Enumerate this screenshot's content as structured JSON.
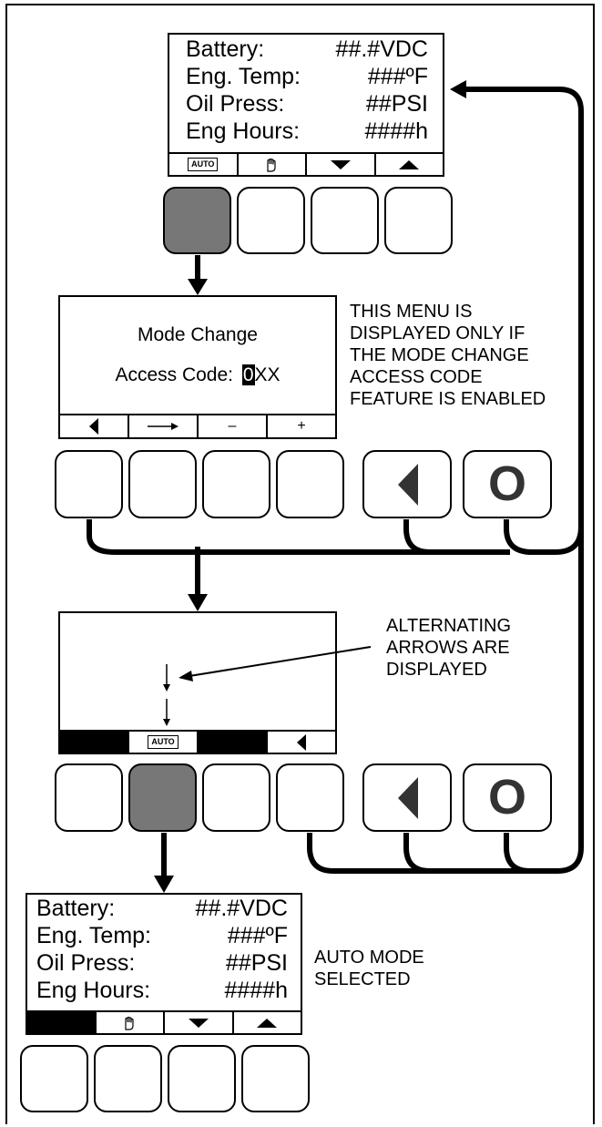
{
  "display1": {
    "rows": [
      {
        "label": "Battery:",
        "value": "##.#VDC"
      },
      {
        "label": "Eng. Temp:",
        "value": "###ºF"
      },
      {
        "label": "Oil Press:",
        "value": "##PSI"
      },
      {
        "label": "Eng Hours:",
        "value": "####h"
      }
    ],
    "softkeys": [
      "AUTO",
      "hand-icon",
      "down-arrow-icon",
      "up-arrow-icon"
    ]
  },
  "display2": {
    "title": "Mode Change",
    "access_label": "Access Code:",
    "code_cursor": "0",
    "code_rest": "XX",
    "softkeys": [
      "left-arrow-icon",
      "right-arrow-icon",
      "–",
      "+"
    ]
  },
  "note_mode_change": [
    "THIS MENU IS",
    "DISPLAYED ONLY IF",
    "THE MODE CHANGE",
    "ACCESS CODE",
    "FEATURE IS ENABLED"
  ],
  "display3": {
    "softkeys": [
      "",
      "AUTO",
      "",
      "left-arrow-icon"
    ]
  },
  "note_arrows": [
    "ALTERNATING",
    "ARROWS ARE",
    "DISPLAYED"
  ],
  "display4": {
    "rows": [
      {
        "label": "Battery:",
        "value": "##.#VDC"
      },
      {
        "label": "Eng. Temp:",
        "value": "###ºF"
      },
      {
        "label": "Oil Press:",
        "value": "##PSI"
      },
      {
        "label": "Eng Hours:",
        "value": "####h"
      }
    ],
    "softkeys": [
      "",
      "hand-icon",
      "down-arrow-icon",
      "up-arrow-icon"
    ]
  },
  "note_auto": [
    "AUTO MODE",
    "SELECTED"
  ],
  "keys": {
    "back_glyph": "◀",
    "off_label": "O"
  },
  "colors": {
    "pressed_key": "#777777",
    "line": "#000000"
  }
}
